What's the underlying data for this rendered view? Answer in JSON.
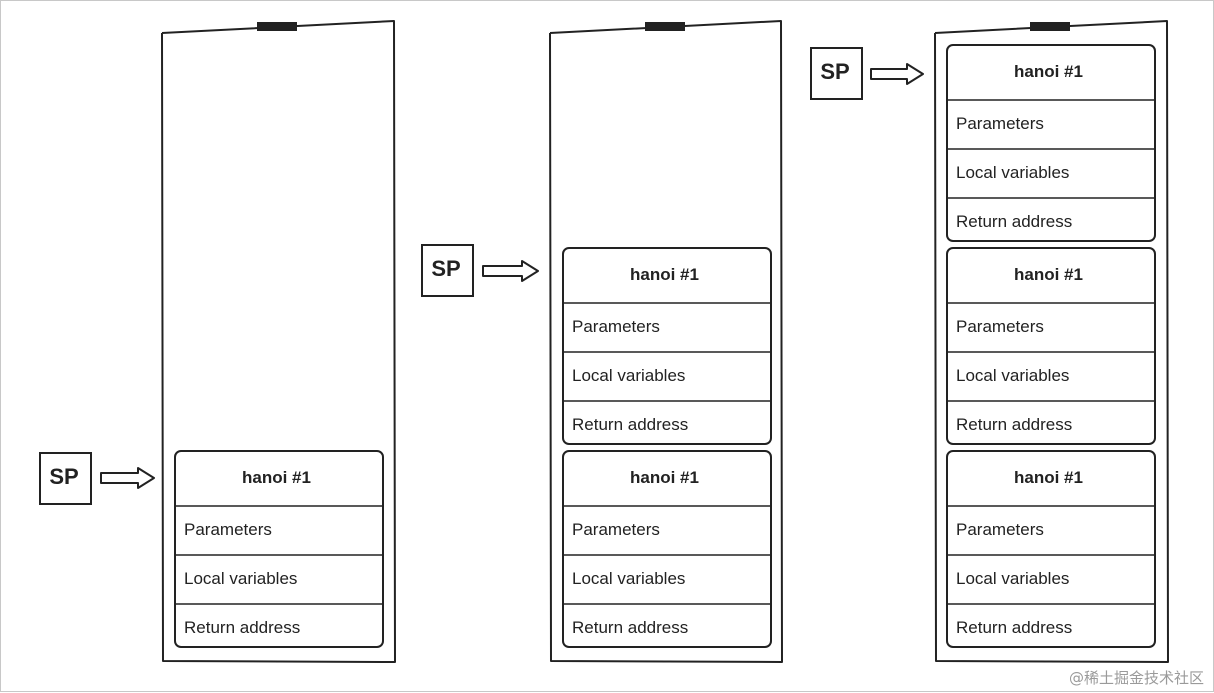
{
  "frame_title": "hanoi #1",
  "rows": [
    "Parameters",
    "Local variables",
    "Return address"
  ],
  "sp_label": "SP",
  "watermark": "@稀土掘金技术社区",
  "panels": [
    {
      "id": "panel-1",
      "frame_count": 1
    },
    {
      "id": "panel-2",
      "frame_count": 2
    },
    {
      "id": "panel-3",
      "frame_count": 3
    }
  ],
  "colors": {
    "stroke": "#222222",
    "text": "#222222",
    "background": "#ffffff",
    "watermark": "#9a9a9a"
  }
}
